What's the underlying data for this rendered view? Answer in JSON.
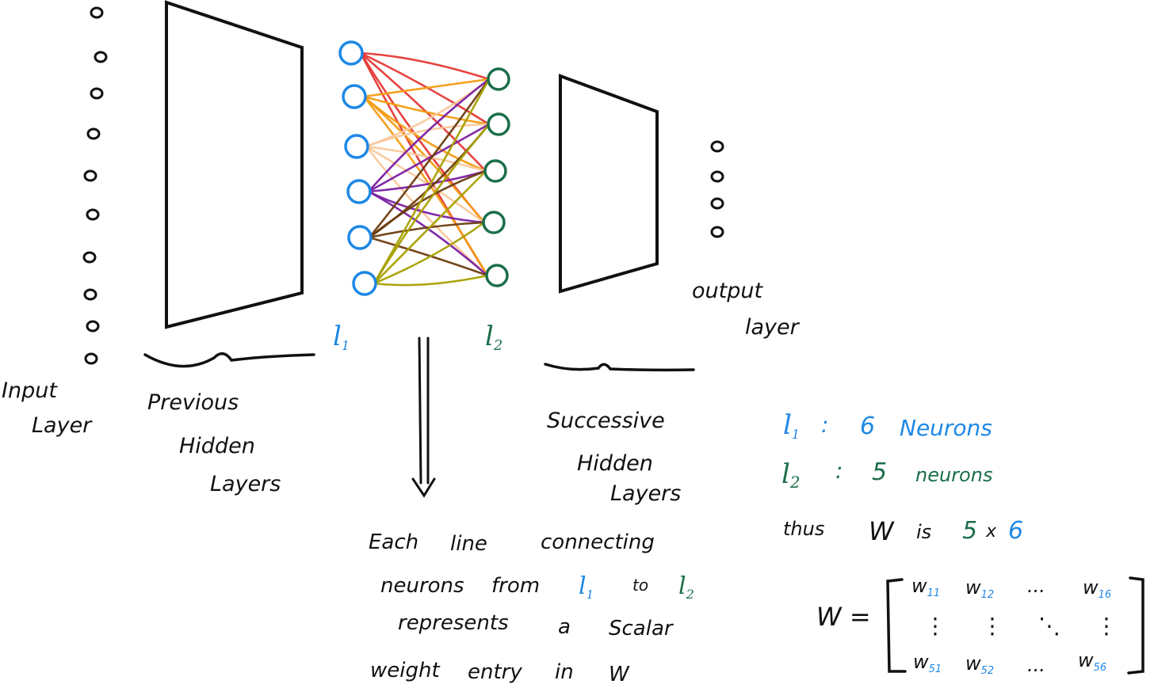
{
  "labels": {
    "input_layer_1": "Input",
    "input_layer_2": "Layer",
    "prev_hidden_1": "Previous",
    "prev_hidden_2": "Hidden",
    "prev_hidden_3": "Layers",
    "l1_sym": "l",
    "l1_sub": "1",
    "l2_sym": "l",
    "l2_sub": "2",
    "succ_hidden_1": "Successive",
    "succ_hidden_2": "Hidden",
    "succ_hidden_3": "Layers",
    "output_layer_1": "output",
    "output_layer_2": "layer"
  },
  "note": {
    "w1": "Each",
    "w2": "line",
    "w3": "connecting",
    "w4": "neurons",
    "w5": "from",
    "l1": "l",
    "l1_sub": "1",
    "w6": "to",
    "l2": "l",
    "l2_sub": "2",
    "w7": "represents",
    "w8": "a",
    "w9": "Scalar",
    "w10": "weight",
    "w11": "entry",
    "w12": "in",
    "w13": "W"
  },
  "info": {
    "row1_sym": "l",
    "row1_sub": "1",
    "row1_colon": ":",
    "row1_count": "6",
    "row1_word": "Neurons",
    "row2_sym": "l",
    "row2_sub": "2",
    "row2_colon": ":",
    "row2_count": "5",
    "row2_word": "neurons",
    "row3_thus": "thus",
    "row3_w": "W",
    "row3_is": "is",
    "row3_rows": "5",
    "row3_x": "x",
    "row3_cols": "6"
  },
  "matrix": {
    "lhs": "W =",
    "w": "w",
    "sub_11": "11",
    "sub_12": "12",
    "sub_16": "16",
    "sub_51": "51",
    "sub_52": "52",
    "sub_56": "56",
    "hdots": "...",
    "vdots": "⋮",
    "ddots": "⋱"
  },
  "colors": {
    "l1": "#1e88e5",
    "l2": "#1b6e4a",
    "ink": "#111111",
    "edge_palette": [
      "#e53935",
      "#f39c12",
      "#f9c89b",
      "#7b1fa2",
      "#6d3d10",
      "#a8a000"
    ]
  },
  "network": {
    "l1_neurons": 6,
    "l2_neurons": 5,
    "input_neurons": 10,
    "output_neurons": 4
  }
}
